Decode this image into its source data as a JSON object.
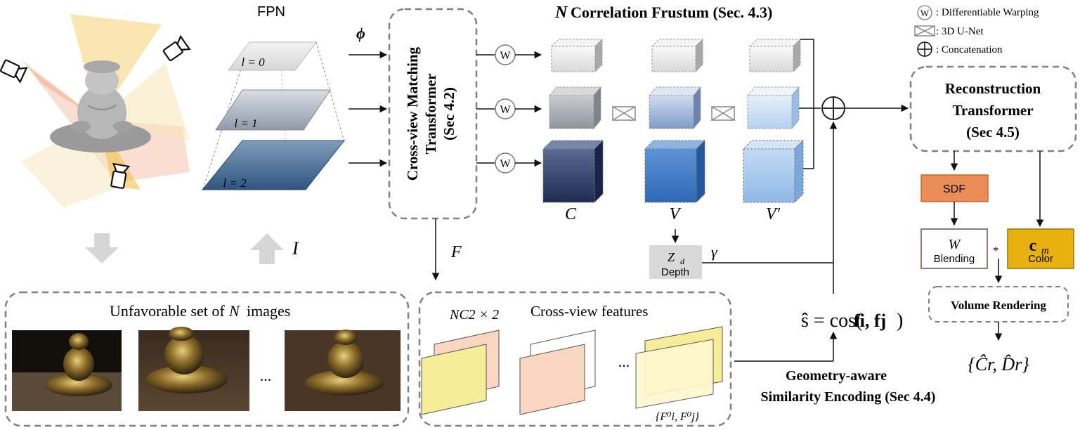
{
  "fpn": {
    "title": "FPN",
    "levels": [
      "l = 0",
      "l = 1",
      "l = 2"
    ],
    "input_symbol": "I",
    "phi_symbol": "ϕ"
  },
  "cross_view_transformer": {
    "line1": "Cross-view Matching",
    "line2": "Transformer",
    "line3": "(Sec 4.2)",
    "output_symbol": "F"
  },
  "frustum": {
    "title_var": "N",
    "title_rest": "Correlation Frustum (Sec. 4.3)",
    "labels": [
      "C",
      "V",
      "V′"
    ],
    "warp_symbol": "W"
  },
  "legend": {
    "warp": ": Differentiable Warping",
    "unet": ": 3D U-Net",
    "concat": ": Concatenation",
    "warp_symbol": "W"
  },
  "depth": {
    "symbol": "Z",
    "subscript": "d",
    "label": "Depth",
    "gamma": "γ"
  },
  "recon_transformer": {
    "line1": "Reconstruction",
    "line2": "Transformer",
    "line3": "(Sec 4.5)"
  },
  "sdf": {
    "label": "SDF",
    "color": "#ea8c55"
  },
  "blending": {
    "symbol": "W",
    "label": "Blending"
  },
  "color_box": {
    "symbol": "c",
    "subscript": "m",
    "label": "Color",
    "fill": "#e8b10e"
  },
  "star": "*",
  "volume_rendering": {
    "label": "Volume Rendering"
  },
  "render_output": "{Ĉr, D̂r}",
  "similarity": {
    "formula_lhs": "ŝ = cos(",
    "formula_args": "fi, fj",
    "line1": "Geometry-aware",
    "line2": "Similarity Encoding (Sec 4.4)"
  },
  "images_panel": {
    "title_pre": "Unfavorable set of",
    "title_var": "N",
    "title_post": "images",
    "ellipsis": "..."
  },
  "features_panel": {
    "title_comb": "NC2 × 2",
    "title_rest": "Cross-view features",
    "ellipsis": "...",
    "pair_label": "{F⁰i, F⁰j}"
  },
  "colors": {
    "dash_border": "#808080",
    "cube_gray": "#e6e6e6",
    "cube_navy": "#2e3d6a",
    "cube_blue": "#3f78c4",
    "cube_light": "#a9c9ec",
    "plane_top": "#e4e4e4",
    "plane_bottom": "#3d5f87"
  }
}
